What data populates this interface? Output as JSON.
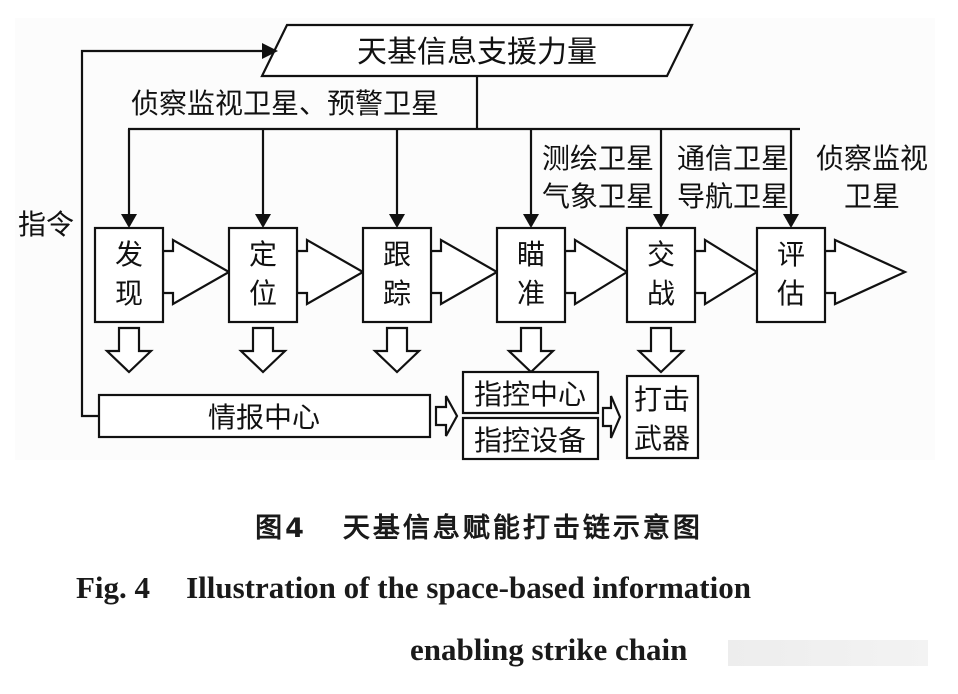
{
  "diagram": {
    "source_node": "天基信息支援力量",
    "command_label": "指令",
    "top_satellite_label": "侦察监视卫星、预警卫星",
    "stage_satellite_labels": [
      {
        "line1": "测绘卫星",
        "line2": "气象卫星"
      },
      {
        "line1": "通信卫星",
        "line2": "导航卫星"
      },
      {
        "line1": "侦察监视",
        "line2": "卫星"
      }
    ],
    "stages": [
      {
        "line1": "发",
        "line2": "现"
      },
      {
        "line1": "定",
        "line2": "位"
      },
      {
        "line1": "跟",
        "line2": "踪"
      },
      {
        "line1": "瞄",
        "line2": "准"
      },
      {
        "line1": "交",
        "line2": "战"
      },
      {
        "line1": "评",
        "line2": "估"
      }
    ],
    "intel_center": "情报中心",
    "command_center": "指控中心",
    "command_equipment": "指控设备",
    "strike_weapon": {
      "line1": "打击",
      "line2": "武器"
    }
  },
  "caption": {
    "cn_number": "图4",
    "cn_title": "天基信息赋能打击链示意图",
    "en_number": "Fig. 4",
    "en_title_line1": "Illustration of the space-based information",
    "en_title_line2": "enabling strike chain"
  }
}
